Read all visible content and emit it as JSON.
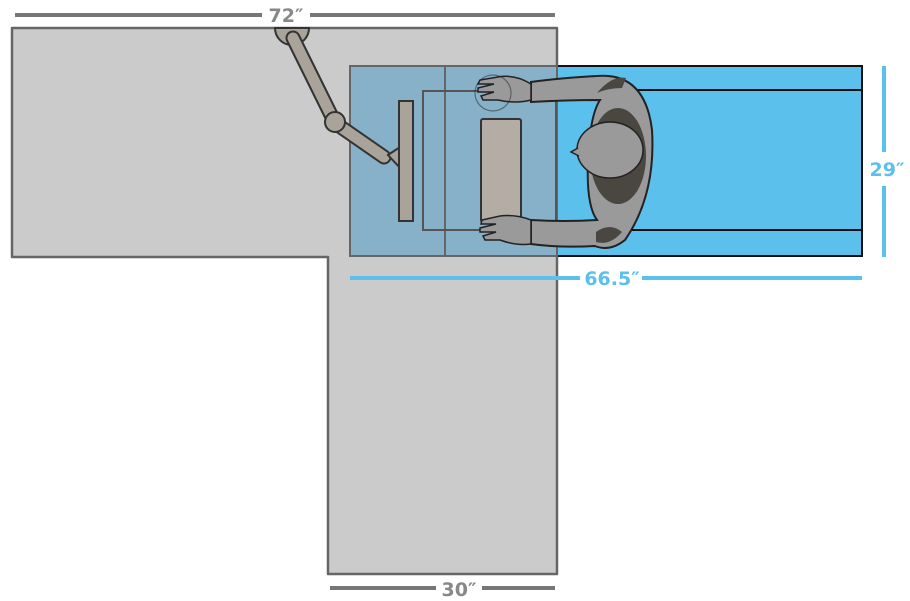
{
  "dimensions": {
    "top_width": "72″",
    "bottom_width": "30″",
    "right_height": "29″",
    "blue_width": "66.5″"
  },
  "colors": {
    "desk_fill": "#cbcbcb",
    "desk_stroke": "#666666",
    "blue_zone": "#5bc0ec",
    "overlap_zone": "#86b1c8",
    "gray_dim": "#888888",
    "blue_dim": "#5bc0ec",
    "person_fill": "#9a9a9a",
    "person_dark": "#4a4740"
  },
  "labels": {
    "icons": [
      "monitor-arm-icon",
      "monitor-icon",
      "keyboard-icon",
      "person-icon"
    ]
  }
}
